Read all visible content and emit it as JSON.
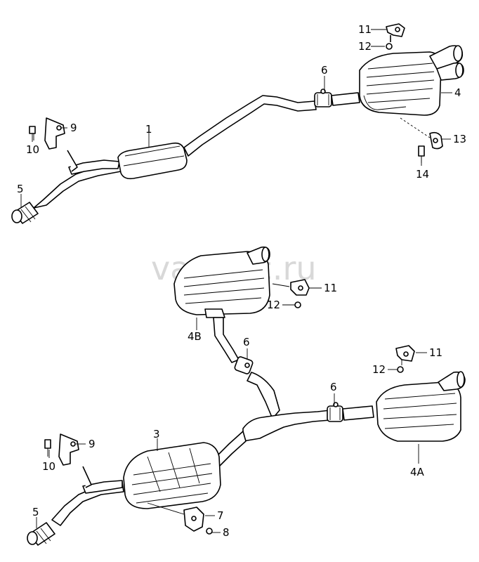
{
  "watermark": "vag-tec.ru",
  "callouts": {
    "upper": {
      "pipe": "1",
      "clamp_front": "5",
      "clamp_mid": "6",
      "bracket": "9",
      "bolt": "10",
      "hanger": "11",
      "nut": "12",
      "rear_silencer": "4",
      "rear_bracket": "13",
      "rear_bolt": "14"
    },
    "lower": {
      "middle_silencer": "3",
      "clamp_front": "5",
      "clamp_left": "6",
      "clamp_right": "6",
      "bracket_front": "9",
      "bolt_front": "10",
      "bracket_mid": "7",
      "nut_mid": "8",
      "silencer_left": "4B",
      "silencer_right": "4A",
      "hanger_left": "11",
      "nut_left": "12",
      "hanger_right": "11",
      "nut_right": "12"
    }
  }
}
